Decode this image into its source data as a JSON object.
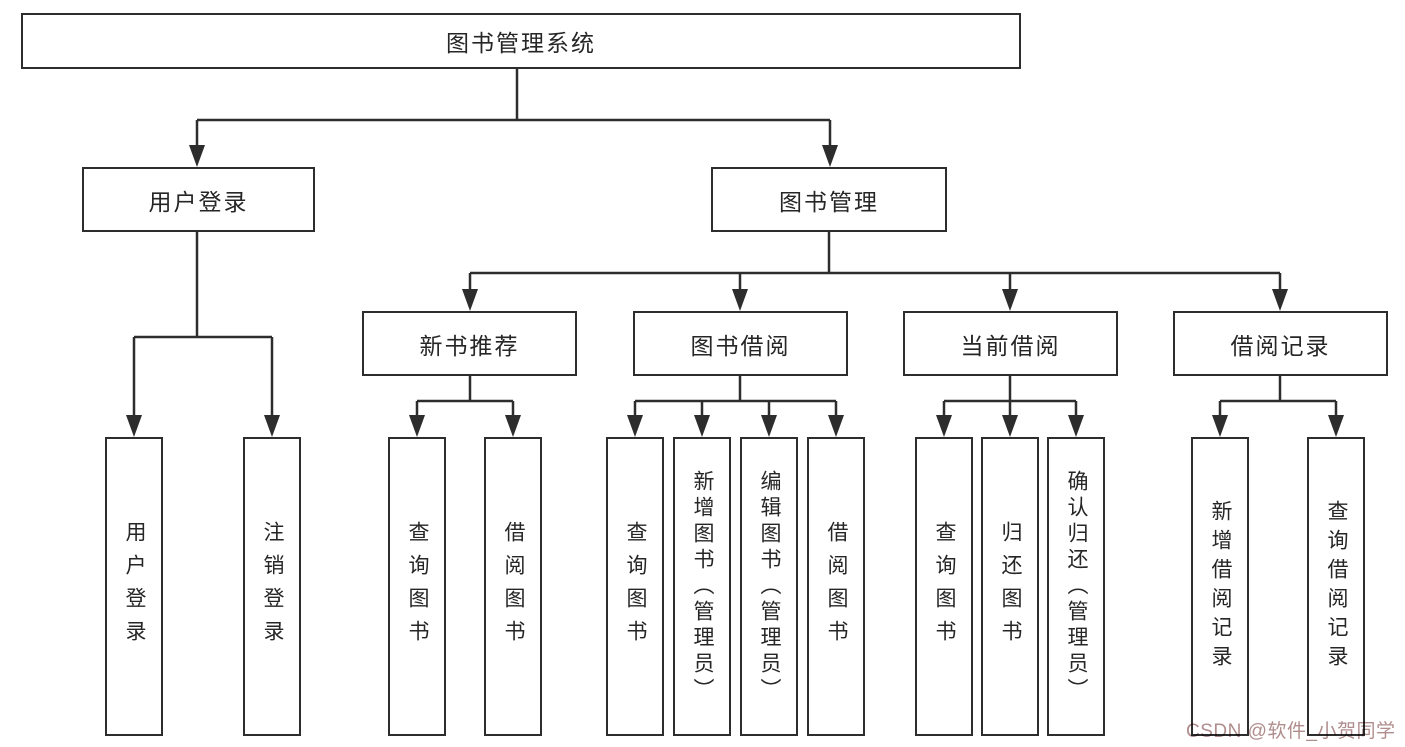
{
  "diagram": {
    "root": {
      "label": "图书管理系统"
    },
    "branches": [
      {
        "label": "用户登录",
        "children": [
          {
            "label": "用户登录"
          },
          {
            "label": "注销登录"
          }
        ]
      },
      {
        "label": "图书管理",
        "children": [
          {
            "label": "新书推荐",
            "children": [
              {
                "label": "查询图书"
              },
              {
                "label": "借阅图书"
              }
            ]
          },
          {
            "label": "图书借阅",
            "children": [
              {
                "label": "查询图书"
              },
              {
                "label": "新增图书（管理员）"
              },
              {
                "label": "编辑图书（管理员）"
              },
              {
                "label": "借阅图书"
              }
            ]
          },
          {
            "label": "当前借阅",
            "children": [
              {
                "label": "查询图书"
              },
              {
                "label": "归还图书"
              },
              {
                "label": "确认归还（管理员）"
              }
            ]
          },
          {
            "label": "借阅记录",
            "children": [
              {
                "label": "新增借阅记录"
              },
              {
                "label": "查询借阅记录"
              }
            ]
          }
        ]
      }
    ]
  },
  "watermark": {
    "text": "CSDN @软件_小贺同学"
  },
  "colors": {
    "line": "#2d2d2d",
    "box_border": "#2d2d2d",
    "text": "#262626",
    "watermark": "#b08d8d",
    "background": "#ffffff"
  }
}
